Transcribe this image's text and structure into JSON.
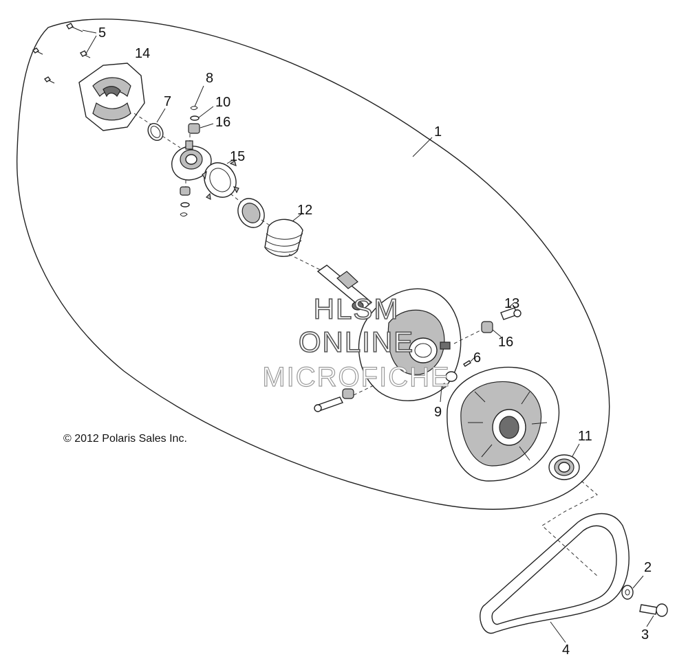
{
  "diagram": {
    "copyright": "© 2012 Polaris Sales Inc.",
    "watermark": [
      "HLSM",
      "ONLINE",
      "MICROFICHE"
    ],
    "callouts": {
      "c1": "1",
      "c2": "2",
      "c3": "3",
      "c4": "4",
      "c5": "5",
      "c6": "6",
      "c7": "7",
      "c8": "8",
      "c9": "9",
      "c10": "10",
      "c11": "11",
      "c12": "12",
      "c13": "13",
      "c14": "14",
      "c15": "15",
      "c16a": "16",
      "c16b": "16"
    }
  }
}
